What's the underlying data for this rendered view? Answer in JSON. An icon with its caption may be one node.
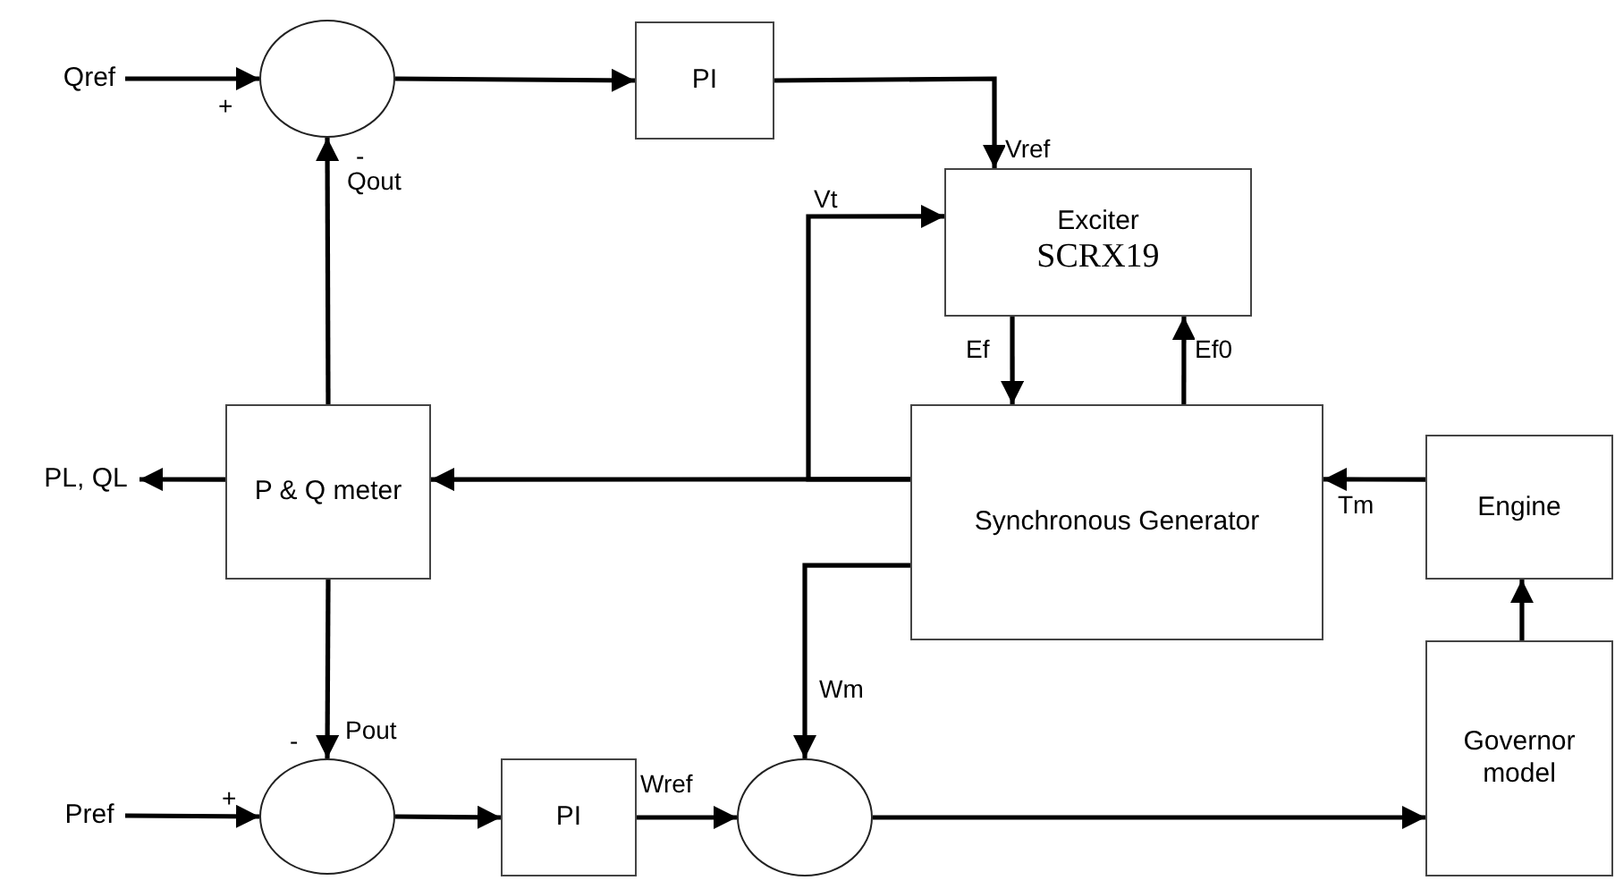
{
  "diagram": {
    "nodes": [
      {
        "text": [
          "Qref"
        ]
      },
      {
        "text": [],
        "shape": "circle"
      },
      {
        "text": [
          "PI"
        ]
      },
      {
        "text": [
          "Exciter",
          "SCRX19"
        ]
      },
      {
        "text": [
          "PL, QL"
        ]
      },
      {
        "text": [
          "P & Q meter"
        ]
      },
      {
        "text": [
          "Synchronous Generator"
        ]
      },
      {
        "text": [
          "Engine"
        ]
      },
      {
        "text": [
          "Pref"
        ]
      },
      {
        "text": [],
        "shape": "circle"
      },
      {
        "text": [
          "PI"
        ]
      },
      {
        "text": [],
        "shape": "circle"
      },
      {
        "text": [
          "Governor model"
        ]
      }
    ],
    "edges": [
      {
        "from": 0,
        "to": 1,
        "arrow": "to"
      },
      {
        "from": 1,
        "to": 2,
        "arrow": "to"
      },
      {
        "from": 2,
        "to": 3,
        "arrow": "to",
        "label": "Vref"
      },
      {
        "from": 5,
        "to": 1,
        "arrow": "to",
        "label": "Qout"
      },
      {
        "from": 6,
        "to": 3,
        "arrow": "to",
        "label": "Vt"
      },
      {
        "from": 3,
        "to": 6,
        "arrow": "to",
        "label": "Ef"
      },
      {
        "from": 6,
        "to": 3,
        "arrow": "to",
        "label": "Ef0"
      },
      {
        "from": 6,
        "to": 5,
        "arrow": "to"
      },
      {
        "from": 5,
        "to": 4,
        "arrow": "to"
      },
      {
        "from": 7,
        "to": 6,
        "arrow": "to",
        "label": "Tm"
      },
      {
        "from": 5,
        "to": 9,
        "arrow": "to",
        "label": "Pout"
      },
      {
        "from": 8,
        "to": 9,
        "arrow": "to"
      },
      {
        "from": 9,
        "to": 10,
        "arrow": "to"
      },
      {
        "from": 10,
        "to": 11,
        "arrow": "to",
        "label": "Wref"
      },
      {
        "from": 6,
        "to": 11,
        "arrow": "to",
        "label": "Wm"
      },
      {
        "from": 11,
        "to": 12,
        "arrow": "to"
      },
      {
        "from": 12,
        "to": 7,
        "arrow": "to"
      }
    ],
    "labels": [
      "+",
      "-",
      "-",
      "+"
    ]
  }
}
